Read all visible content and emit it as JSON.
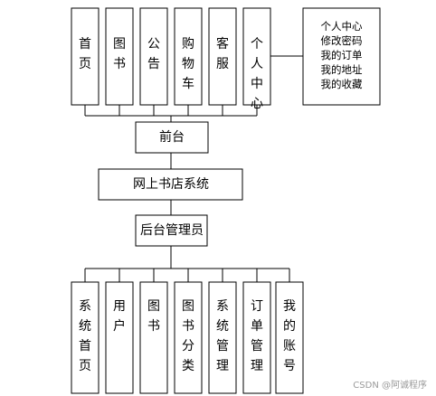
{
  "frontend_modules": [
    {
      "id": "home",
      "chars": [
        "首",
        "页"
      ]
    },
    {
      "id": "books",
      "chars": [
        "图",
        "书"
      ]
    },
    {
      "id": "notice",
      "chars": [
        "公",
        "告"
      ]
    },
    {
      "id": "cart",
      "chars": [
        "购",
        "物",
        "车"
      ]
    },
    {
      "id": "service",
      "chars": [
        "客",
        "服"
      ]
    },
    {
      "id": "user-center",
      "chars": [
        "个",
        "人",
        "中",
        "心"
      ]
    }
  ],
  "user_center_details": [
    "个人中心",
    "修改密码",
    "我的订单",
    "我的地址",
    "我的收藏"
  ],
  "frontend_node": "前台",
  "system_node": "网上书店系统",
  "admin_node": "后台管理员",
  "backend_modules": [
    {
      "id": "sys-home",
      "chars": [
        "系",
        "统",
        "首",
        "页"
      ]
    },
    {
      "id": "users",
      "chars": [
        "用",
        "户"
      ]
    },
    {
      "id": "books",
      "chars": [
        "图",
        "书"
      ]
    },
    {
      "id": "book-category",
      "chars": [
        "图",
        "书",
        "分",
        "类"
      ]
    },
    {
      "id": "sys-manage",
      "chars": [
        "系",
        "统",
        "管",
        "理"
      ]
    },
    {
      "id": "order-manage",
      "chars": [
        "订",
        "单",
        "管",
        "理"
      ]
    },
    {
      "id": "my-account",
      "chars": [
        "我",
        "的",
        "账",
        "号"
      ]
    }
  ],
  "watermark": "CSDN @阿诚程序"
}
